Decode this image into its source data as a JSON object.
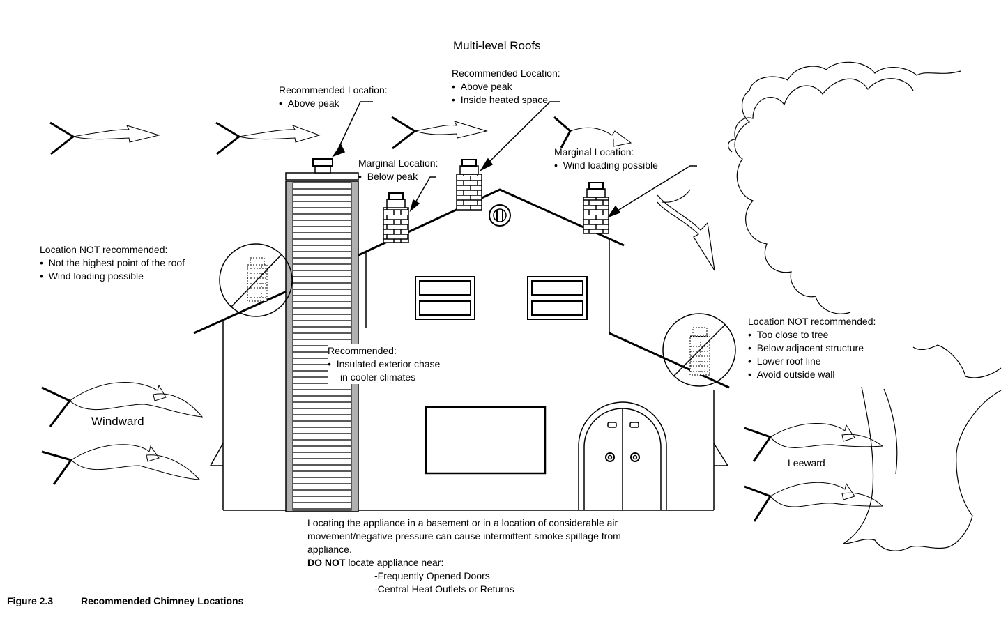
{
  "title": "Multi-level Roofs",
  "labels": {
    "rec_left": {
      "heading": "Recommended Location:",
      "items": [
        "Above peak"
      ]
    },
    "rec_center": {
      "heading": "Recommended Location:",
      "items": [
        "Above peak",
        "Inside heated space"
      ]
    },
    "marginal_left": {
      "heading": "Marginal Location:",
      "items": [
        "Below peak"
      ]
    },
    "marginal_right": {
      "heading": "Marginal Location:",
      "items": [
        "Wind loading possible"
      ]
    },
    "not_rec_left": {
      "heading": "Location NOT recommended:",
      "items": [
        "Not the highest point of the roof",
        "Wind loading possible"
      ]
    },
    "not_rec_right": {
      "heading": "Location NOT recommended:",
      "items": [
        "Too close to tree",
        "Below adjacent structure",
        "Lower roof line",
        "Avoid outside wall"
      ]
    },
    "chase": {
      "heading": "Recommended:",
      "items": [
        "Insulated exterior chase",
        "in cooler climates"
      ]
    },
    "windward": "Windward",
    "leeward": "Leeward"
  },
  "note": {
    "lines": [
      "Locating the appliance in a basement or in a location of considerable air",
      "movement/negative pressure can cause intermittent smoke spillage from",
      "appliance."
    ],
    "do_not_bold": "DO NOT",
    "do_not_rest": " locate appliance near:",
    "items": [
      "-Frequently Opened Doors",
      "-Central Heat Outlets or Returns"
    ]
  },
  "caption": {
    "number": "Figure 2.3",
    "title": "Recommended Chimney Locations"
  }
}
